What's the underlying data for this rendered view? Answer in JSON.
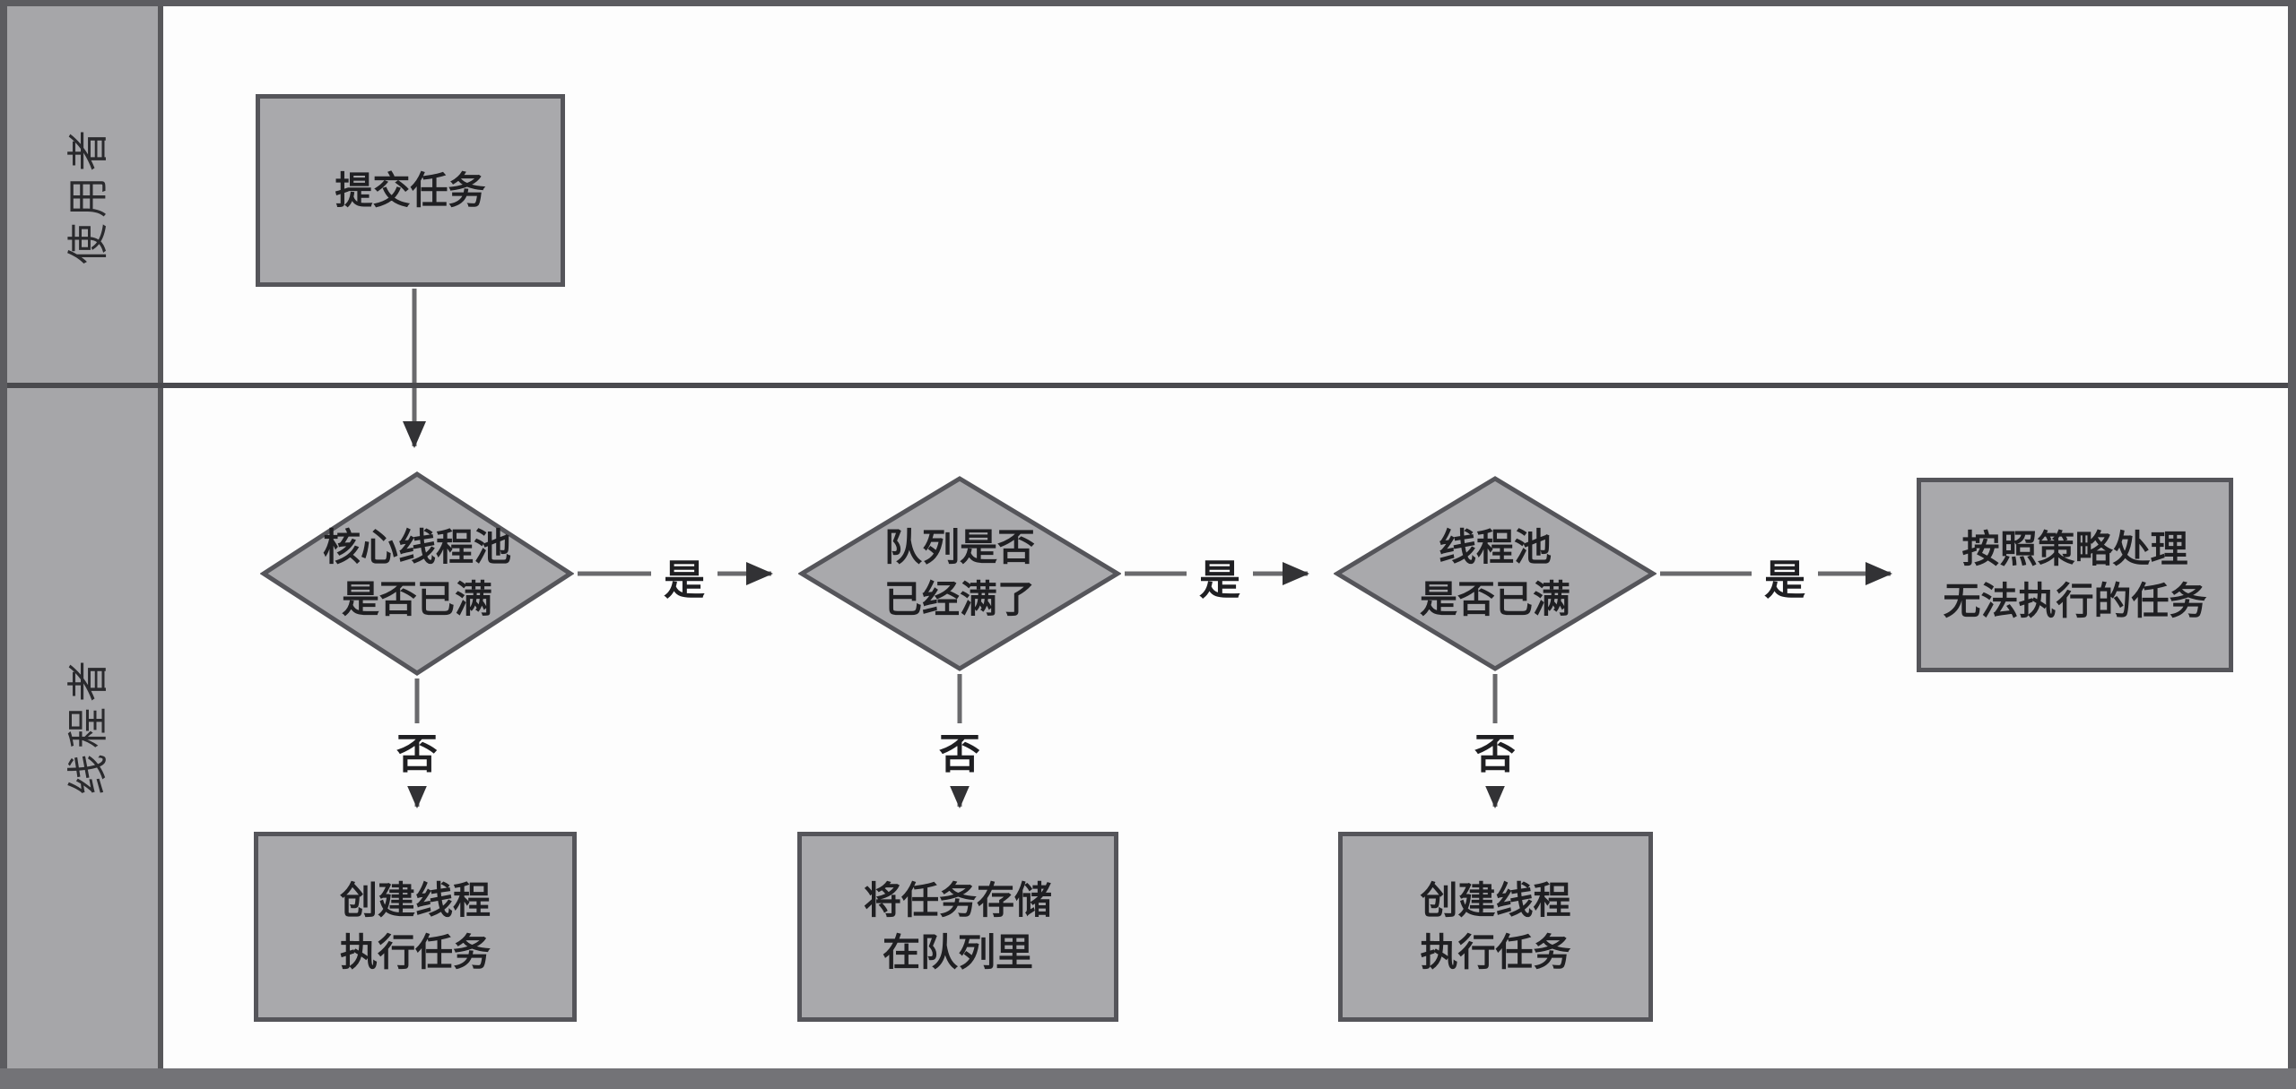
{
  "lanes": [
    {
      "label": "使用者"
    },
    {
      "label": "线程者"
    }
  ],
  "nodes": {
    "submit": {
      "line1": "提交任务"
    },
    "d1": {
      "line1": "核心线程池",
      "line2": "是否已满"
    },
    "d2": {
      "line1": "队列是否",
      "line2": "已经满了"
    },
    "d3": {
      "line1": "线程池",
      "line2": "是否已满"
    },
    "reject": {
      "line1": "按照策略处理",
      "line2": "无法执行的任务"
    },
    "create1": {
      "line1": "创建线程",
      "line2": "执行任务"
    },
    "queue": {
      "line1": "将任务存储",
      "line2": "在队列里"
    },
    "create2": {
      "line1": "创建线程",
      "line2": "执行任务"
    }
  },
  "edges": {
    "yes": "是",
    "no": "否"
  },
  "colors": {
    "page-bg": "#fdfdfd",
    "lane-fill": "#a6a6a9",
    "node-fill": "#a9a9ac",
    "node-border": "#55555a",
    "line": "#6a6a6d",
    "arrow": "#323235",
    "frame": "#5c5c60",
    "bottom-bar": "#737377",
    "divider": "#4a4a4e",
    "text": "#1f1f22"
  }
}
